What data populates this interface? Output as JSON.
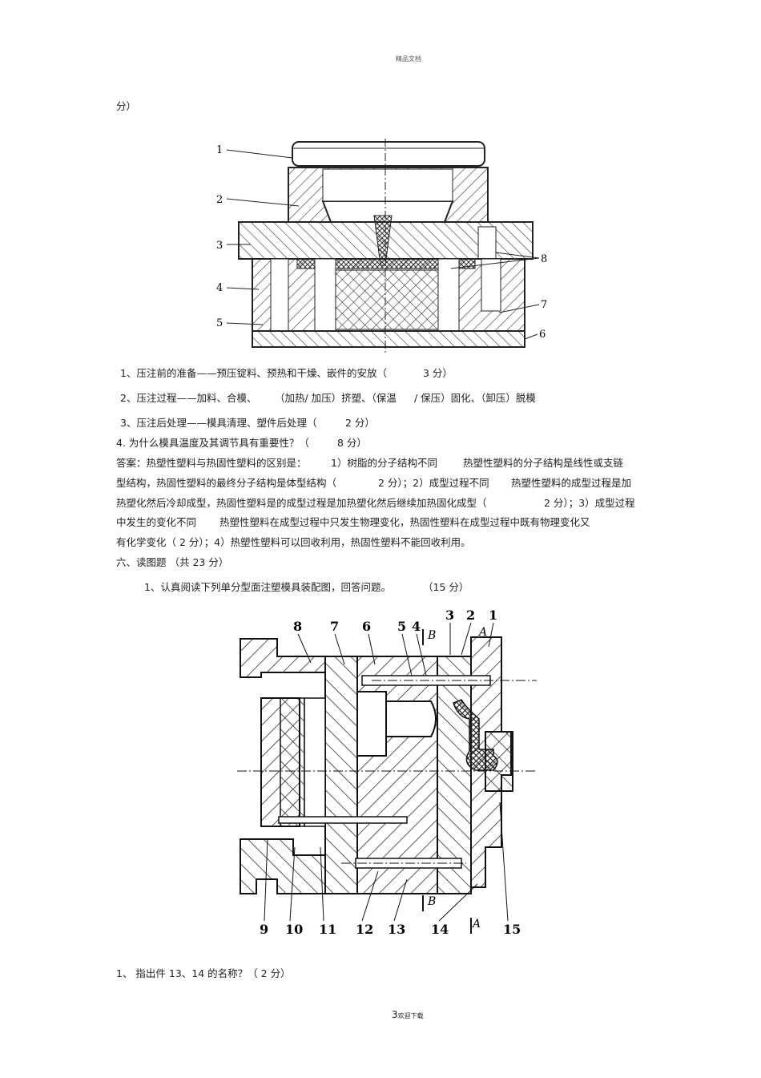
{
  "header": {
    "label": "精品文档"
  },
  "lines": {
    "cont": "分）",
    "s1": "1、压注前的准备——预压锭料、预热和干燥、嵌件的安放（",
    "s1b": "3 分）",
    "s2": "2、压注过程——加料、合模、",
    "s2b": "（加热/ 加压）挤塑、（保温",
    "s2c": "/ 保压）固化、（卸压）脱模",
    "s3": "3、压注后处理——模具清理、塑件后处理（",
    "s3b": "2 分）",
    "q4": "4.  为什么模具温度及其调节具有重要性？（",
    "q4b": "8 分）",
    "a1": "答案：热塑性塑料与热固性塑料的区别是：",
    "a1b": "1）树脂的分子结构不同",
    "a1c": "热塑性塑料的分子结构是线性或支链",
    "a2": "型结构，热固性塑料的最终分子结构是体型结构（",
    "a2b": "2 分）；2）成型过程不同",
    "a2c": "热塑性塑料的成型过程是加",
    "a3": "热塑化然后冷却成型，热固性塑料是的成型过程是加热塑化然后继续加热固化成型（",
    "a3b": "2 分）；3）成型过程",
    "a4": "中发生的变化不同",
    "a4b": "热塑性塑料在成型过程中只发生物理变化，热固性塑料在成型过程中既有物理变化又",
    "a5": "有化学变化（ 2 分）；4）热塑性塑料可以回收利用，热固性塑料不能回收利用。",
    "sec6": "六、读图题  （共 23 分）",
    "q61": "1、认真阅读下列单分型面注塑模具装配图，回答问题。",
    "q61b": "（15 分）",
    "q1": "1、  指出件  13、14 的名称？（  2 分）"
  },
  "fig1": {
    "labels": [
      "1",
      "2",
      "3",
      "4",
      "5",
      "6",
      "7",
      "8"
    ]
  },
  "fig2": {
    "labels": [
      "8",
      "7",
      "6",
      "5",
      "4",
      "3",
      "2",
      "1",
      "9",
      "10",
      "11",
      "12",
      "13",
      "14",
      "15"
    ],
    "section_marks": [
      "B",
      "A",
      "B",
      "A"
    ]
  },
  "footer": {
    "page": "3",
    "note": "欢迎下载"
  }
}
